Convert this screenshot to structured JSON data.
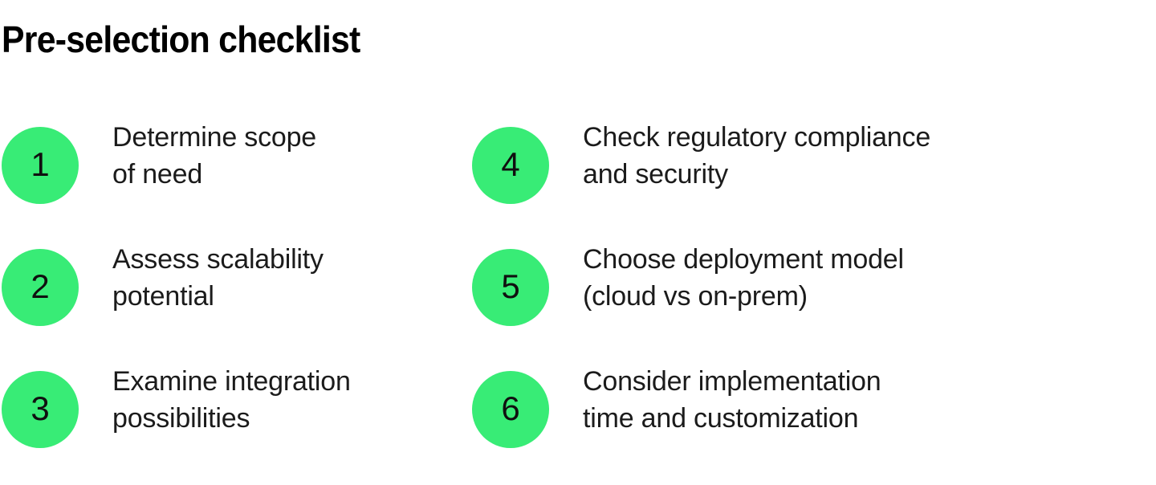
{
  "page": {
    "title": "Pre-selection checklist",
    "background_color": "#ffffff",
    "accent_color": "#38ec76",
    "text_color": "#1b1b1b",
    "title_color": "#000000"
  },
  "checklist": {
    "items": [
      {
        "number": "1",
        "line1": "Determine scope",
        "line2": "of need",
        "column": "left"
      },
      {
        "number": "4",
        "line1": "Check regulatory compliance",
        "line2": "and security",
        "column": "right"
      },
      {
        "number": "2",
        "line1": "Assess scalability",
        "line2": "potential",
        "column": "left"
      },
      {
        "number": "5",
        "line1": "Choose deployment model",
        "line2": "(cloud vs on-prem)",
        "column": "right"
      },
      {
        "number": "3",
        "line1": "Examine integration",
        "line2": "possibilities",
        "column": "left"
      },
      {
        "number": "6",
        "line1": "Consider implementation",
        "line2": "time and customization",
        "column": "right"
      }
    ]
  }
}
